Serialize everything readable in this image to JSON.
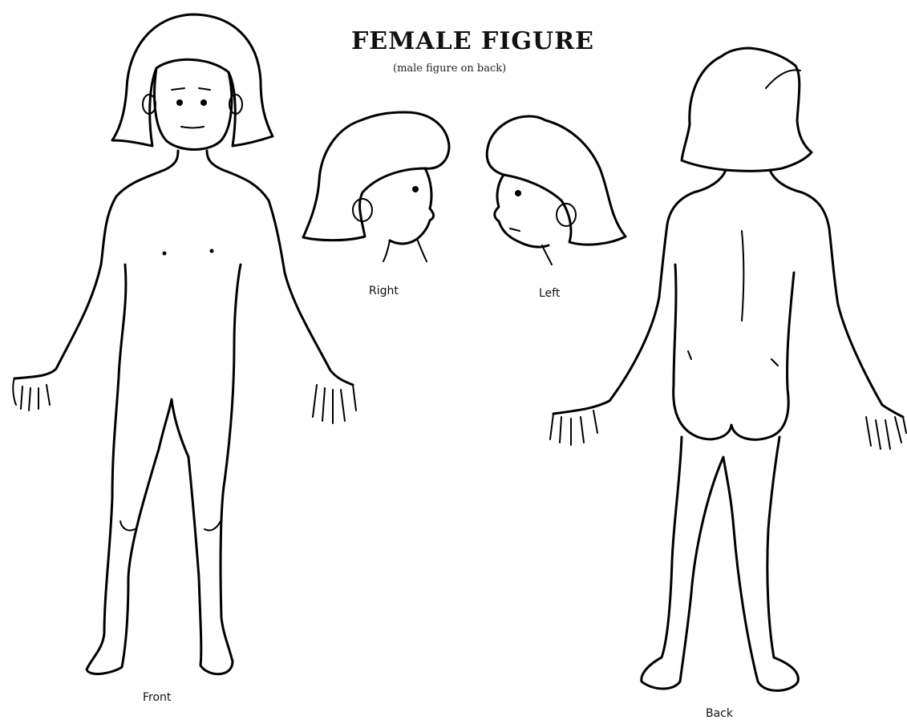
{
  "title": "FEMALE FIGURE",
  "subtitle": "(male figure on back)",
  "views": {
    "front": "Front",
    "back": "Back",
    "right": "Right",
    "left": "Left"
  }
}
